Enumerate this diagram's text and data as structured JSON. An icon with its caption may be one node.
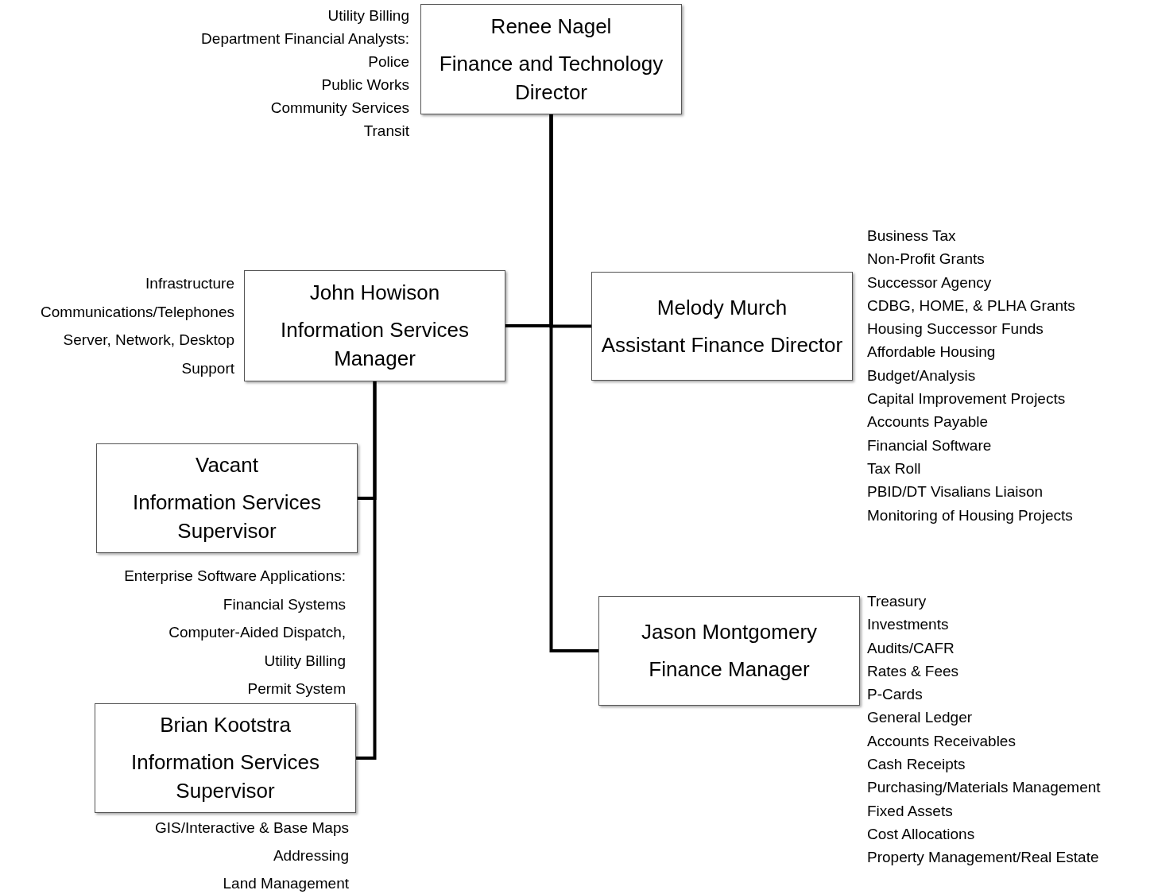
{
  "diagram": {
    "nodes": [
      {
        "text": [
          "Renee Nagel",
          "Finance and Technology Director"
        ],
        "beside": [
          "Utility Billing",
          "Department Financial Analysts:",
          "Police",
          "Public Works",
          "Community Services",
          "Transit"
        ]
      },
      {
        "text": [
          "John Howison",
          "Information Services Manager"
        ],
        "beside": [
          "Infrastructure",
          "Communications/Telephones",
          "Server, Network, Desktop",
          "Support"
        ]
      },
      {
        "text": [
          "Melody Murch",
          "Assistant Finance Director"
        ],
        "beside": [
          "Business Tax",
          "Non-Profit Grants",
          "Successor Agency",
          "CDBG, HOME, & PLHA Grants",
          "Housing Successor Funds",
          "Affordable Housing",
          "Budget/Analysis",
          "Capital Improvement Projects",
          "Accounts Payable",
          "Financial Software",
          "Tax Roll",
          "PBID/DT Visalians Liaison",
          "Monitoring of Housing Projects"
        ]
      },
      {
        "text": [
          "Vacant",
          "Information Services Supervisor"
        ],
        "beside": [
          "Enterprise Software Applications:",
          "Financial Systems",
          "Computer-Aided Dispatch,",
          "Utility Billing",
          "Permit System"
        ]
      },
      {
        "text": [
          "Jason Montgomery",
          "Finance Manager"
        ],
        "beside": [
          "Treasury",
          "Investments",
          "Audits/CAFR",
          "Rates & Fees",
          "P-Cards",
          "General Ledger",
          "Accounts Receivables",
          "Cash Receipts",
          "Purchasing/Materials Management",
          "Fixed Assets",
          "Cost Allocations",
          "Property Management/Real Estate"
        ]
      },
      {
        "text": [
          "Brian Kootstra",
          "Information Services Supervisor"
        ],
        "beside": [
          "GIS/Interactive & Base Maps",
          "Addressing",
          "Land Management"
        ]
      }
    ],
    "edges": [
      {
        "from": 0,
        "to": 1,
        "arrow": "none"
      },
      {
        "from": 0,
        "to": 2,
        "arrow": "none"
      },
      {
        "from": 0,
        "to": 4,
        "arrow": "none"
      },
      {
        "from": 1,
        "to": 3,
        "arrow": "none"
      },
      {
        "from": 1,
        "to": 5,
        "arrow": "none"
      }
    ]
  }
}
